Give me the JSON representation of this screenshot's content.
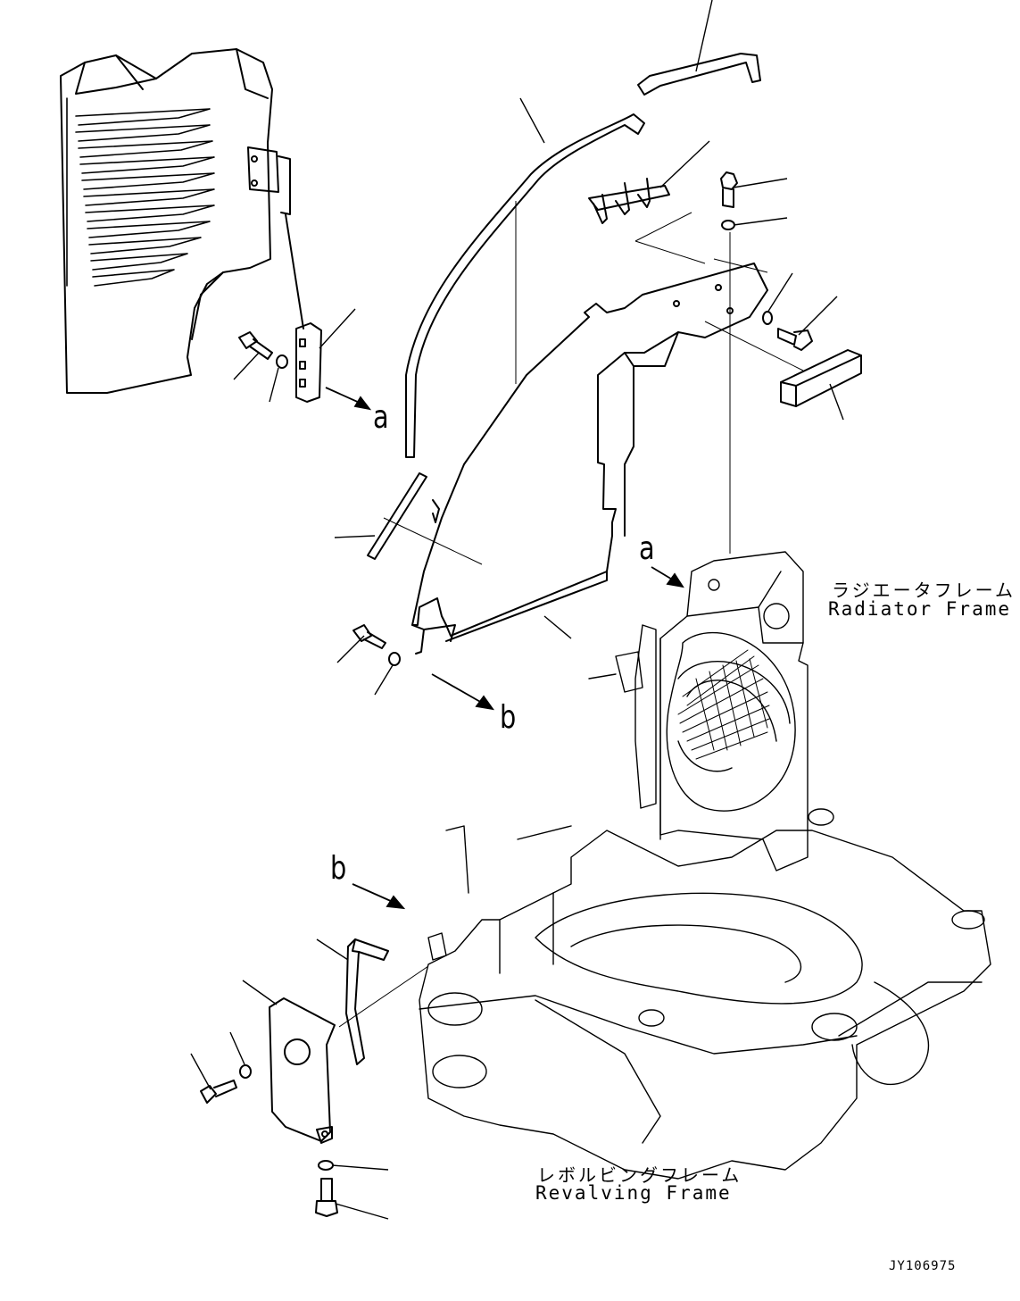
{
  "labels": {
    "radiator_frame_jp": "ラジエータフレーム",
    "radiator_frame_en": "Radiator Frame",
    "revolving_frame_jp": "レボルビングフレーム",
    "revolving_frame_en": "Revalving Frame",
    "view_a_1": "a",
    "view_a_2": "a",
    "view_b_1": "b",
    "view_b_2": "b",
    "drawing_code": "JY106975"
  },
  "colors": {
    "ink": "#000000",
    "frame_line": "#555555",
    "paper": "#ffffff"
  }
}
